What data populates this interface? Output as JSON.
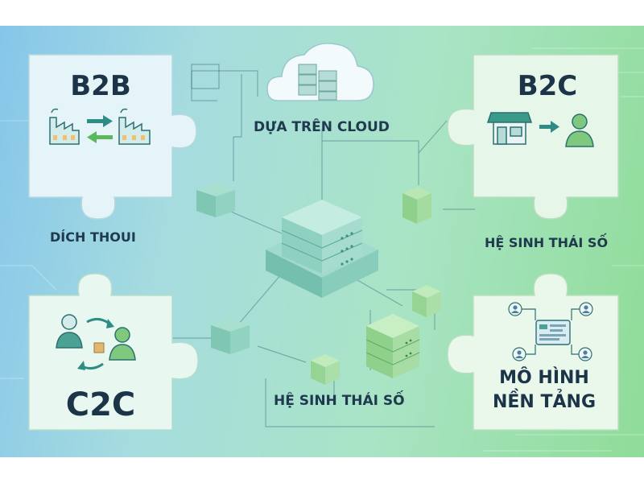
{
  "pieces": {
    "b2b": {
      "title": "B2B"
    },
    "b2c": {
      "title": "B2C"
    },
    "c2c": {
      "title": "C2C"
    },
    "platform": {
      "title_line1": "MÔ HÌNH",
      "title_line2": "NỀN TẢNG"
    }
  },
  "labels": {
    "cloud": "DỰA TRÊN CLOUD",
    "b2b_caption": "DÍCH THOUI",
    "b2c_caption": "HỆ SINH THÁI SỐ",
    "center_caption": "HỆ SINH THÁI SỐ"
  },
  "colors": {
    "piece_b2b": "#e4f4f8",
    "piece_b2c": "#e6f7e9",
    "piece_c2c": "#e8f7ef",
    "piece_platform": "#e9f8ea",
    "piece_stroke": "#b7d8df",
    "icon_teal": "#2f8c84",
    "icon_green": "#5cb85c",
    "text_dark": "#1c3448"
  }
}
